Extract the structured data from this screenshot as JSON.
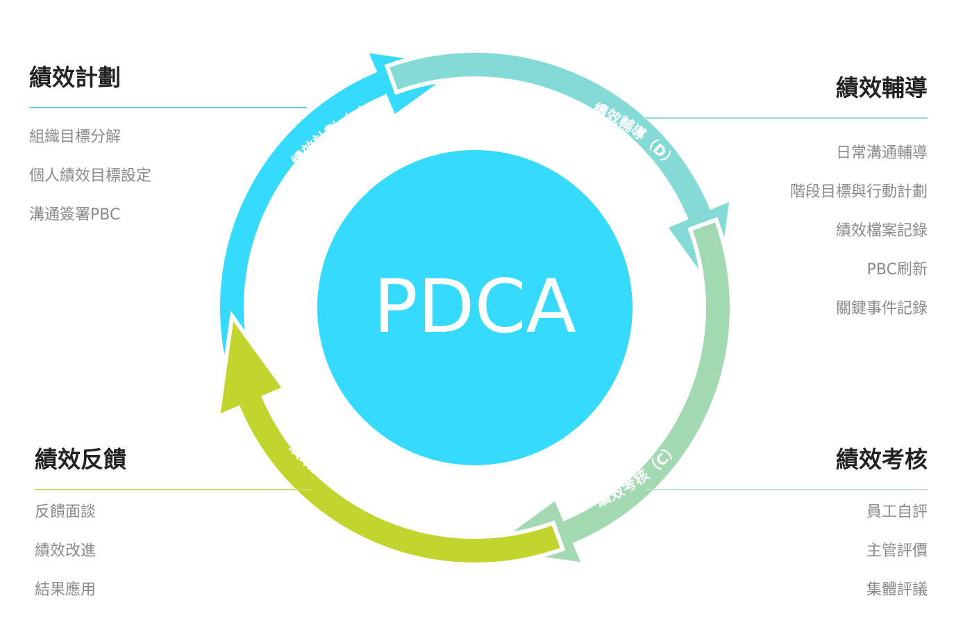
{
  "center": {
    "label": "PDCA",
    "color": "#35dafc"
  },
  "arrows": [
    {
      "id": "plan",
      "label": "績效計劃（P）",
      "color": "#35dafc"
    },
    {
      "id": "do",
      "label": "績效輔導（D）",
      "color": "#84dbd6"
    },
    {
      "id": "check",
      "label": "績效考核（C）",
      "color": "#a3d9b1"
    },
    {
      "id": "act",
      "label": "績效反饋（A）",
      "color": "#c2d52f"
    }
  ],
  "quadrants": {
    "plan": {
      "title": "績效計劃",
      "rule_color": "#64d2e6",
      "items": [
        "組織目標分解",
        "個人績效目標設定",
        "溝通簽署PBC"
      ]
    },
    "coach": {
      "title": "績效輔導",
      "rule_color": "#8fdcd6",
      "items": [
        "日常溝通輔導",
        "階段目標與行動計劃",
        "績效檔案記錄",
        "PBC刷新",
        "關鍵事件記錄"
      ]
    },
    "feedback": {
      "title": "績效反饋",
      "rule_color": "#c9dc6a",
      "items": [
        "反饋面談",
        "績效改進",
        "結果應用"
      ]
    },
    "review": {
      "title": "績效考核",
      "rule_color": "#b9e2c4",
      "items": [
        "員工自評",
        "主管評價",
        "集體評議"
      ]
    }
  }
}
